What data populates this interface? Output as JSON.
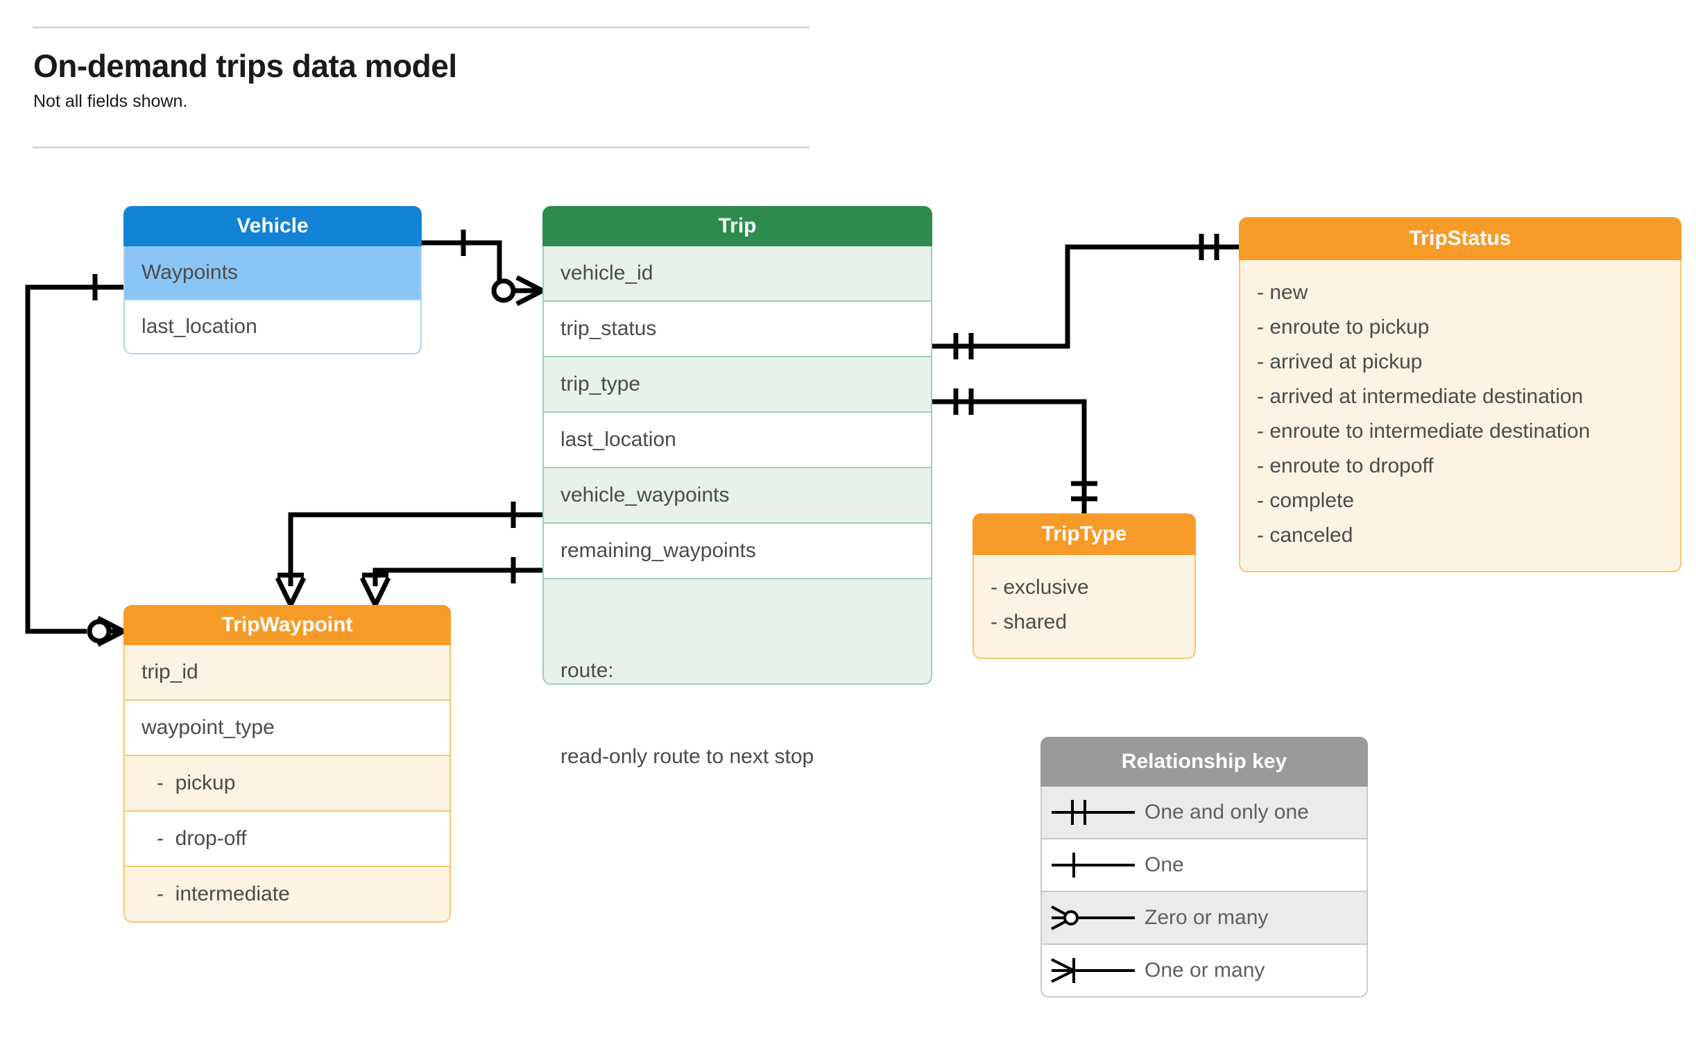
{
  "header": {
    "title": "On-demand trips data model",
    "subtitle": "Not all fields shown."
  },
  "entities": {
    "vehicle": {
      "name": "Vehicle",
      "header_color": "#1383D6",
      "rows": [
        {
          "label": "Waypoints"
        },
        {
          "label": "last_location"
        }
      ]
    },
    "trip": {
      "name": "Trip",
      "header_color": "#2E8B4E",
      "rows": [
        {
          "label": "vehicle_id"
        },
        {
          "label": "trip_status"
        },
        {
          "label": "trip_type"
        },
        {
          "label": "last_location"
        },
        {
          "label": "vehicle_waypoints"
        },
        {
          "label": "remaining_waypoints"
        },
        {
          "label": "route:",
          "label2": "read-only route to next stop"
        }
      ]
    },
    "tripwaypoint": {
      "name": "TripWaypoint",
      "header_color": "#F79B28",
      "rows": [
        {
          "label": "trip_id"
        },
        {
          "label": "waypoint_type"
        },
        {
          "label": "-  pickup"
        },
        {
          "label": "-  drop-off"
        },
        {
          "label": "-  intermediate"
        }
      ]
    },
    "tripstatus": {
      "name": "TripStatus",
      "header_color": "#F79B28",
      "values": [
        "- new",
        "- enroute to pickup",
        "- arrived at pickup",
        "- arrived at intermediate destination",
        "- enroute to intermediate destination",
        "- enroute to dropoff",
        "- complete",
        "- canceled"
      ]
    },
    "triptype": {
      "name": "TripType",
      "header_color": "#F79B28",
      "values": [
        "- exclusive",
        "- shared"
      ]
    }
  },
  "legend": {
    "title": "Relationship key",
    "items": [
      {
        "symbol": "one-and-only-one-icon",
        "label": "One and only one"
      },
      {
        "symbol": "one-icon",
        "label": "One"
      },
      {
        "symbol": "zero-or-many-icon",
        "label": "Zero or many"
      },
      {
        "symbol": "one-or-many-icon",
        "label": "One or many"
      }
    ]
  },
  "relationships": [
    {
      "from": "Vehicle",
      "to": "Trip.vehicle_id",
      "from_card": "One",
      "to_card": "Zero or many"
    },
    {
      "from": "Vehicle.Waypoints",
      "to": "TripWaypoint",
      "from_card": "One",
      "to_card": "Zero or many"
    },
    {
      "from": "Trip.trip_status",
      "to": "TripStatus",
      "from_card": "One and only one",
      "to_card": "One and only one"
    },
    {
      "from": "Trip.trip_type",
      "to": "TripType",
      "from_card": "One and only one",
      "to_card": "One and only one"
    },
    {
      "from": "Trip.vehicle_waypoints",
      "to": "TripWaypoint",
      "from_card": "One",
      "to_card": "One or many"
    },
    {
      "from": "Trip.remaining_waypoints",
      "to": "TripWaypoint",
      "from_card": "One",
      "to_card": "One or many"
    }
  ]
}
